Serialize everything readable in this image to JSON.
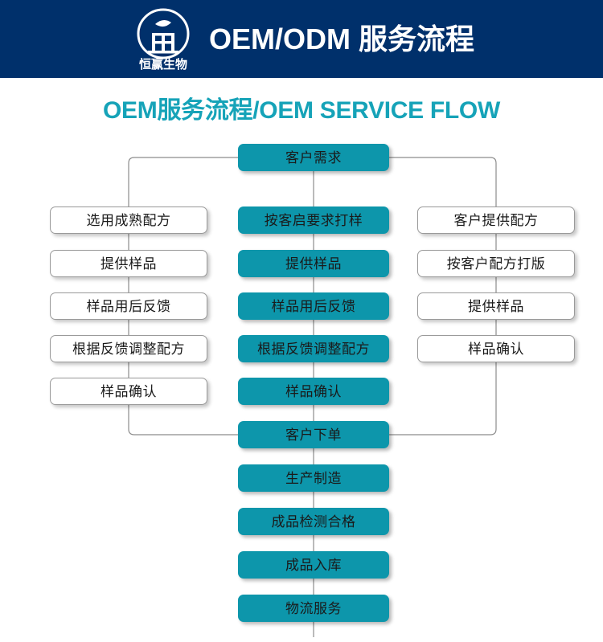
{
  "header": {
    "logo_icon": "company-circle-leaf-logo",
    "logo_text": "恒赢生物",
    "title": "OEM/ODM 服务流程",
    "background_color": "#00306b",
    "title_color": "#ffffff"
  },
  "subtitle": {
    "text": "OEM服务流程/OEM SERVICE FLOW",
    "color": "#16a3b8"
  },
  "flow": {
    "colors": {
      "teal": "#0d96ab",
      "white_box_border": "#9a9a9a",
      "connector": "#8c8c8c",
      "text": "#1a1a1a"
    },
    "start": {
      "label": "客户需求"
    },
    "center_branch": [
      {
        "label": "按客启要求打样"
      },
      {
        "label": "提供样品"
      },
      {
        "label": "样品用后反馈"
      },
      {
        "label": "根据反馈调整配方"
      },
      {
        "label": "样品确认"
      }
    ],
    "left_branch": [
      {
        "label": "选用成熟配方"
      },
      {
        "label": "提供样品"
      },
      {
        "label": "样品用后反馈"
      },
      {
        "label": "根据反馈调整配方"
      },
      {
        "label": "样品确认"
      }
    ],
    "right_branch": [
      {
        "label": "客户提供配方"
      },
      {
        "label": "按客户配方打版"
      },
      {
        "label": "提供样品"
      },
      {
        "label": "样品确认"
      }
    ],
    "merge_node": {
      "label": "客户下单"
    },
    "tail": [
      {
        "label": "生产制造"
      },
      {
        "label": "成品检测合格"
      },
      {
        "label": "成品入库"
      },
      {
        "label": "物流服务"
      }
    ]
  }
}
